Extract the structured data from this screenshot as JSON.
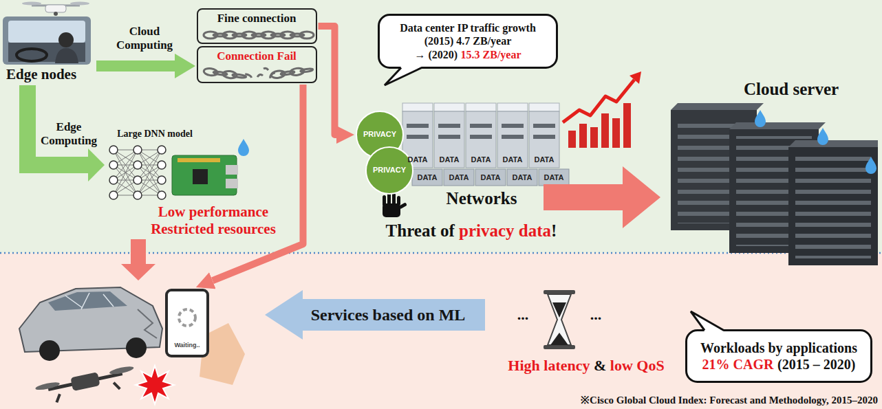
{
  "diagram": {
    "nodes": [
      {
        "text": [
          "Fine connection"
        ]
      },
      {
        "text": [
          "Connection Fail"
        ]
      },
      {
        "text": [
          "Data center IP traffic growth",
          "(2015) 4.7 ZB/year",
          "→ (2020)",
          "15.3 ZB/year"
        ]
      },
      {
        "text": [
          "PRIVACY"
        ]
      },
      {
        "text": [
          "PRIVACY"
        ]
      },
      {
        "text": [
          "Waiting.."
        ]
      },
      {
        "text": [
          "Services based on ML"
        ]
      },
      {
        "text": [
          "Workloads by applications",
          "21% CAGR",
          "(2015 – 2020)"
        ]
      }
    ],
    "edges": [
      {
        "from": 0,
        "to": 3,
        "arrow": "to"
      },
      {
        "from": 1,
        "to": 5,
        "arrow": "to"
      }
    ],
    "labels": [
      "Edge nodes",
      "Cloud Computing",
      "Edge Computing",
      "Large DNN model",
      "Low performance",
      "Restricted resources",
      "DATA",
      "DATA",
      "DATA",
      "DATA",
      "DATA",
      "DATA",
      "DATA",
      "DATA",
      "DATA",
      "DATA",
      "Networks",
      "Threat of",
      "privacy data",
      "!",
      "Cloud server",
      "...",
      "...",
      "High latency",
      "&",
      "low QoS",
      "※Cisco Global Cloud Index: Forecast and Methodology, 2015–2020"
    ]
  }
}
